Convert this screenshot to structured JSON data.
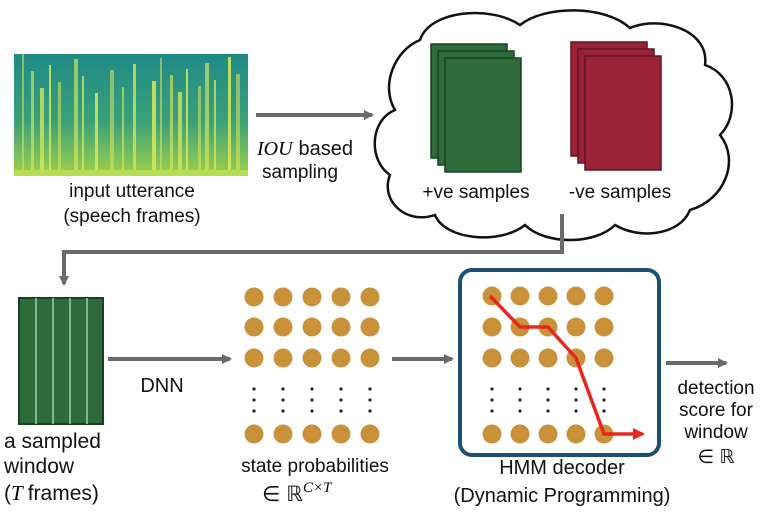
{
  "input": {
    "line1": "input utterance",
    "line2": "(speech frames)"
  },
  "sampling": {
    "iou": "IOU",
    "based": "based",
    "sampling": "sampling"
  },
  "samples": {
    "positive": "+ve samples",
    "negative": "-ve samples"
  },
  "window": {
    "line1": "a sampled",
    "line2": "window",
    "t_symbol": "T",
    "frames": "frames)",
    "paren_open": "("
  },
  "dnn": "DNN",
  "state_probs": {
    "line1": "state probabilities",
    "in": "∈",
    "real": "ℝ",
    "superscript": "C×T"
  },
  "decoder": {
    "line1": "HMM  decoder",
    "line2": "(Dynamic Programming)"
  },
  "detection": {
    "line1": "detection",
    "line2": "score for",
    "line3": "window",
    "line4": "∈ ℝ"
  },
  "colors": {
    "arrow": "#6a6a6a",
    "positive": "#2e6b3a",
    "negative": "#9b2335",
    "dot": "#c8913a",
    "decoder_border": "#1d4f73",
    "path": "#e8261b"
  }
}
